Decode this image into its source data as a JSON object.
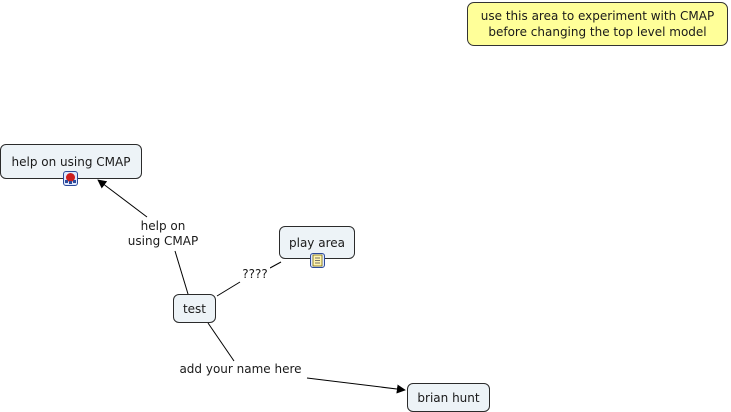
{
  "note": {
    "line1": "use this area to experiment with CMAP",
    "line2": "before changing the top level model"
  },
  "concepts": {
    "help": "help on using CMAP",
    "play": "play area",
    "test": "test",
    "brian": "brian hunt"
  },
  "links": {
    "help_line1": "help on",
    "help_line2": "using CMAP",
    "play": "????",
    "name": "add your name here"
  },
  "icons": {
    "help_resource": "concept-map-resource-icon",
    "play_resource": "document-resource-icon"
  },
  "colors": {
    "concept_fill": "#edf3f7",
    "note_fill": "#ffff99",
    "resource_red": "#cc1f1f",
    "resource_blue": "#2c4a9a"
  }
}
